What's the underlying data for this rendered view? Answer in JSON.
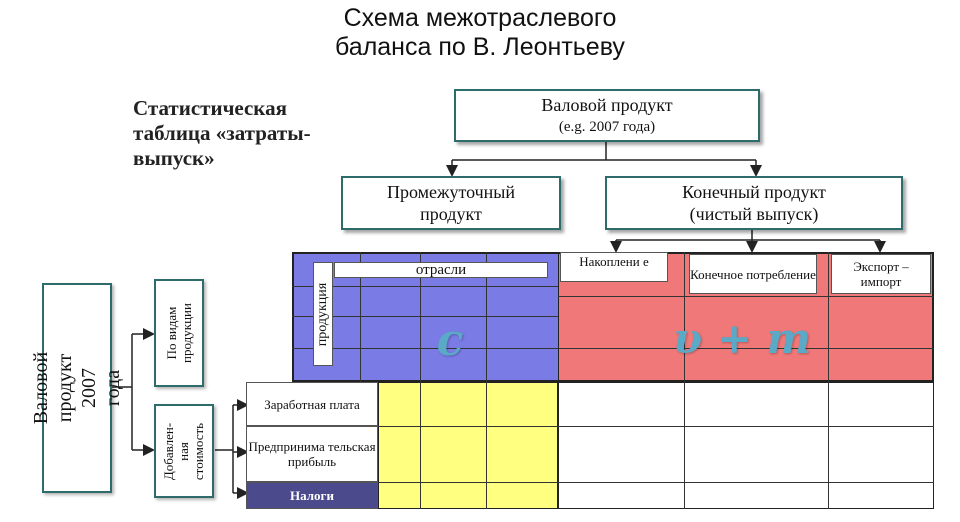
{
  "title": {
    "line1": "Схема межотраслевого",
    "line2": "баланса по В. Леонтьеву"
  },
  "subtitle": {
    "line1": "Статистическая",
    "line2": "таблица «затраты-",
    "line3": "выпуск»"
  },
  "tree": {
    "gross_product": {
      "label": "Валовой продукт",
      "sub": "(e.g. 2007 года)"
    },
    "intermediate": {
      "line1": "Промежуточный",
      "line2": "продукт"
    },
    "final": {
      "line1": "Конечный продукт",
      "line2": "(чистый выпуск)"
    }
  },
  "final_columns": {
    "accumulation": "Накоплени е",
    "consumption": "Конечное потребление",
    "export": "Экспорт – импорт"
  },
  "table": {
    "industries_label": "отрасли",
    "products_label": "продукция",
    "c_label": "c",
    "vm_label": "υ + m",
    "wages": "Заработная плата",
    "profit": "Предпринима тельская прибыль",
    "taxes": "Налоги"
  },
  "left": {
    "gross_product": "Валовой продукт 2007 года",
    "by_product_type": "По видам продукции",
    "value_added": "Добавлен- ная стоимость"
  },
  "colors": {
    "blue": "#7b7be6",
    "red": "#f07878",
    "yellow": "#ffff80",
    "taxes": "#4a4a8c",
    "box_border": "#2e6b6b"
  }
}
